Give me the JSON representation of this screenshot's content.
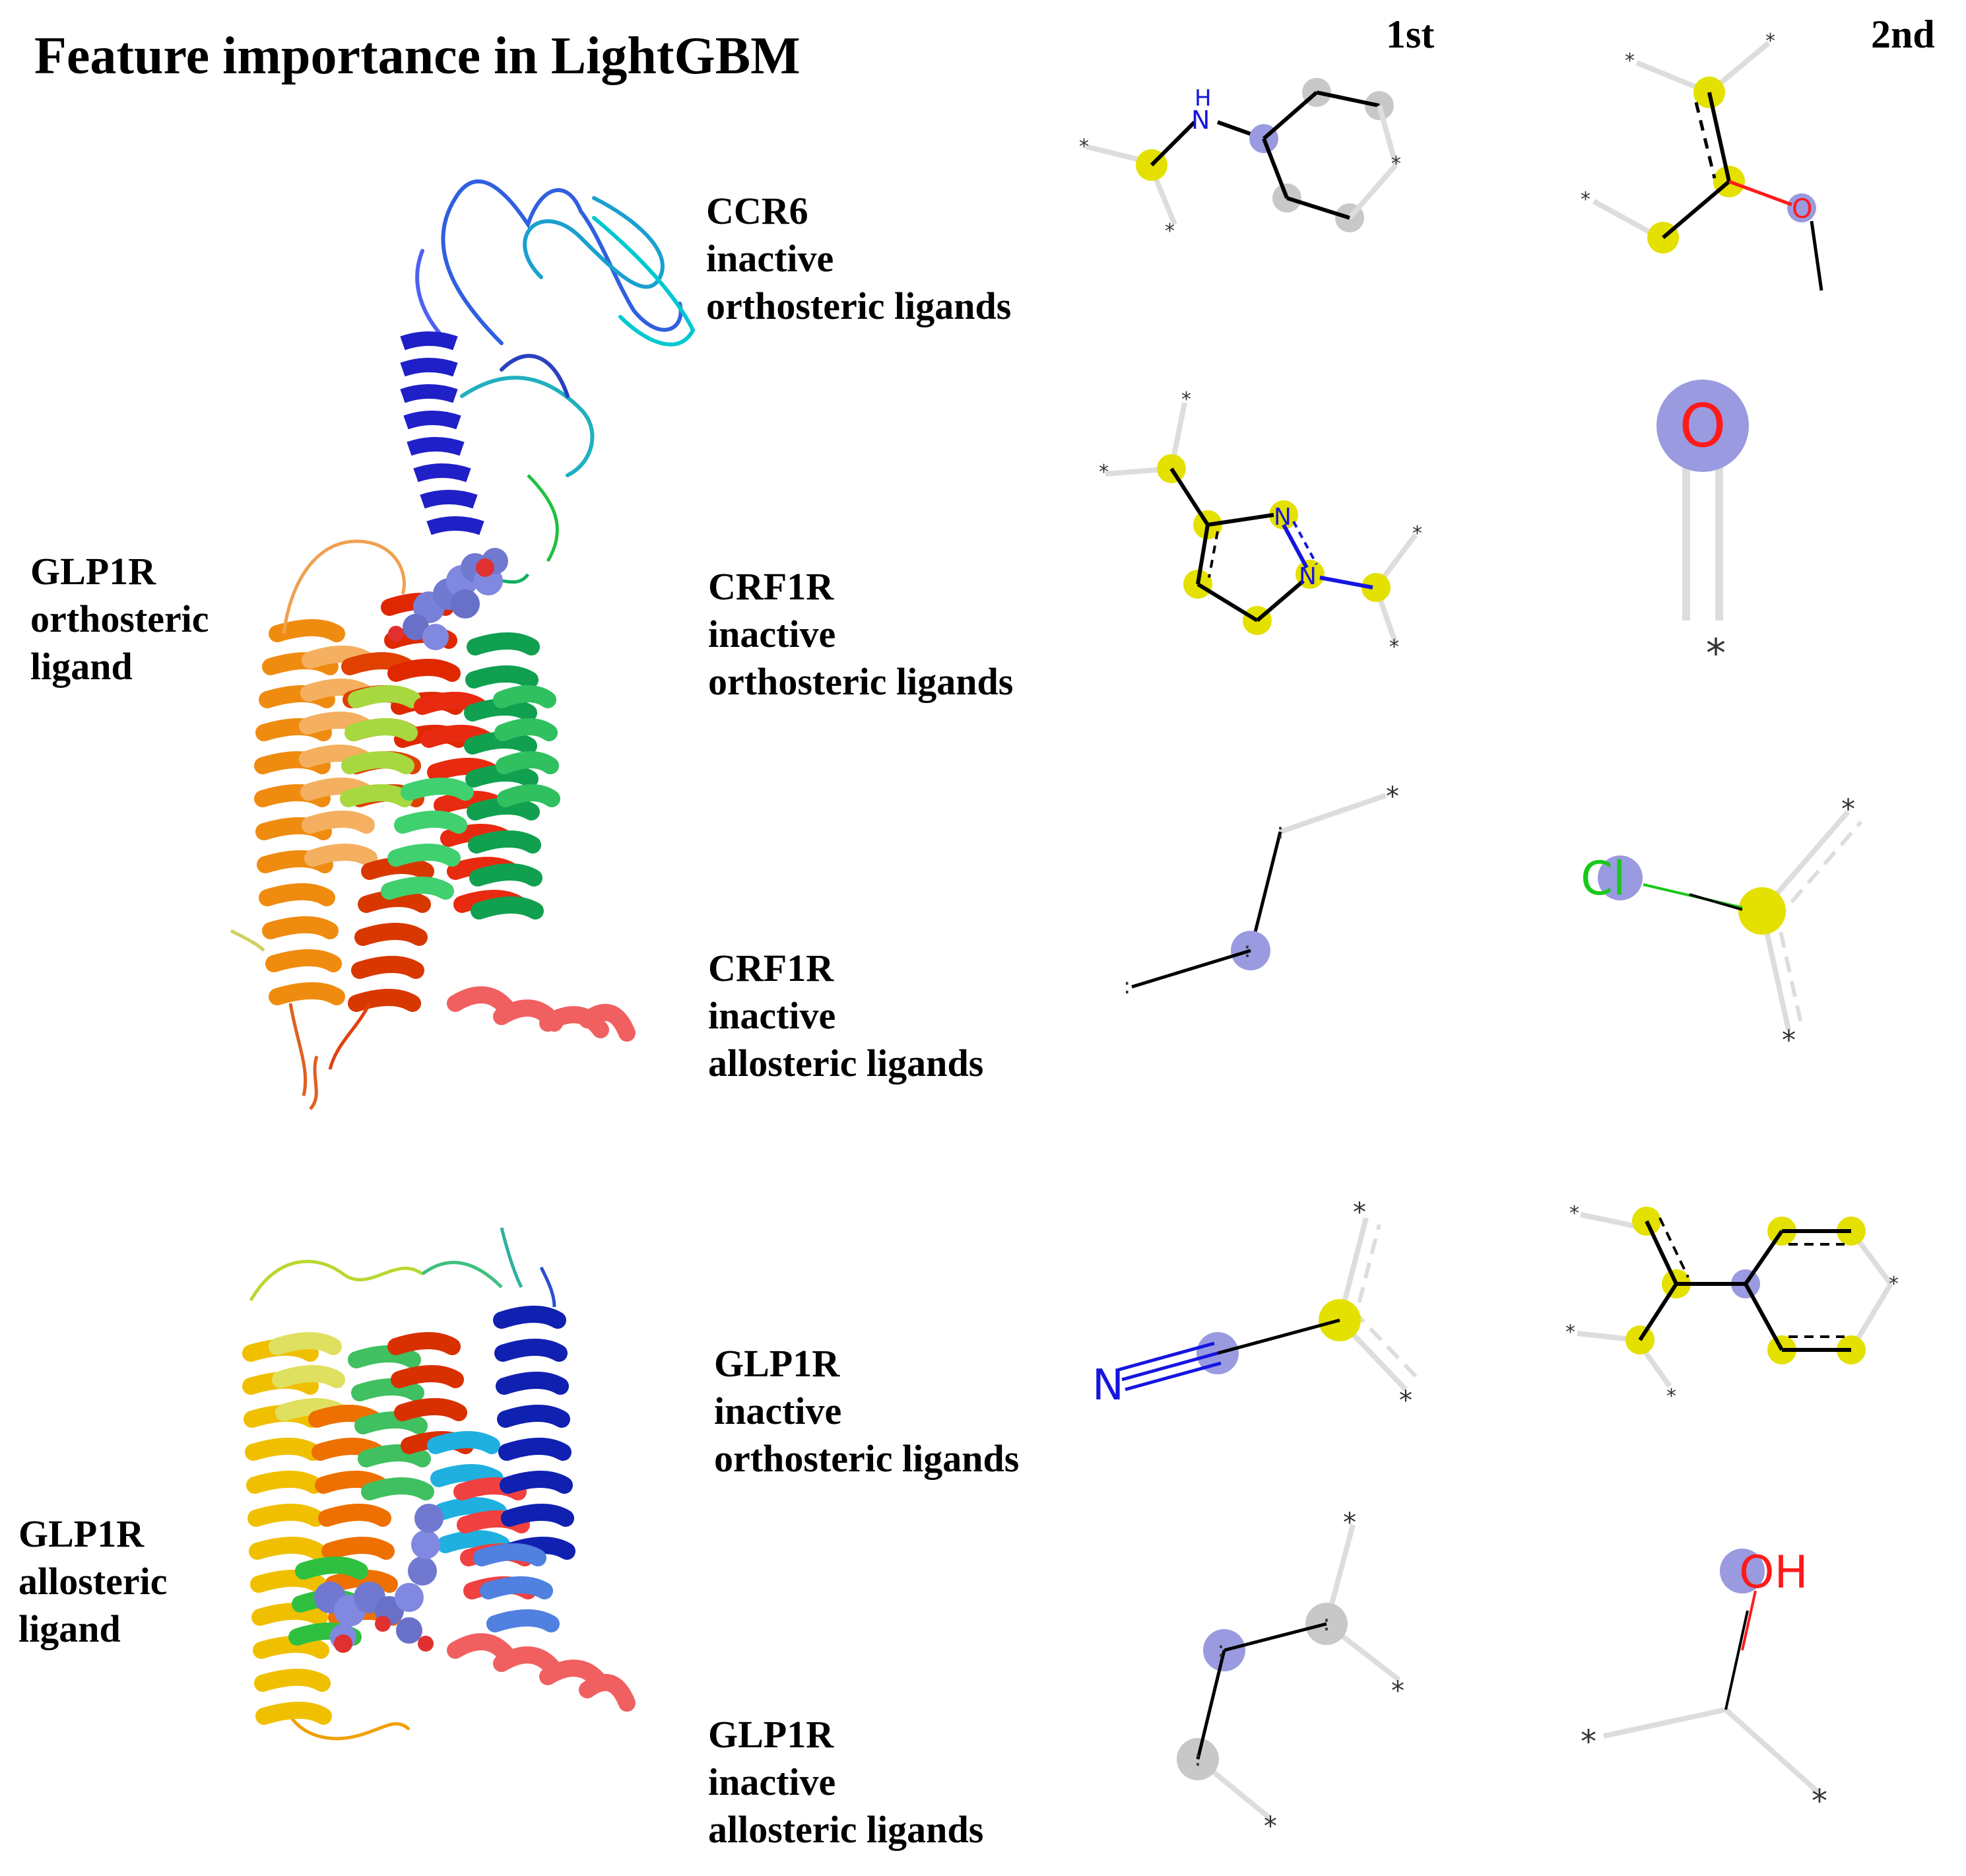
{
  "title": "Feature importance in LightGBM",
  "columns": {
    "first": "1st",
    "second": "2nd"
  },
  "structures": [
    {
      "lines": [
        "GLP1R",
        "orthosteric",
        "ligand"
      ]
    },
    {
      "lines": [
        "GLP1R",
        "allosteric",
        "ligand"
      ]
    }
  ],
  "targets": [
    {
      "lines": [
        "CCR6",
        "inactive",
        "orthosteric ligands"
      ]
    },
    {
      "lines": [
        "CRF1R",
        "inactive",
        "orthosteric ligands"
      ]
    },
    {
      "lines": [
        "CRF1R",
        "inactive",
        "allosteric ligands"
      ]
    },
    {
      "lines": [
        "GLP1R",
        "inactive",
        "orthosteric ligands"
      ]
    },
    {
      "lines": [
        "GLP1R",
        "inactive",
        "allosteric ligands"
      ]
    }
  ],
  "atoms": {
    "nh": "H",
    "n": "N",
    "o": "O",
    "cl": "Cl",
    "oh": "OH",
    "dummy": "*"
  },
  "colors": {
    "aromatic_highlight": "#e4e000",
    "center_highlight": "#9a9ae0",
    "ring_highlight": "#c8c8c8",
    "nitrogen": "#1515e0",
    "oxygen": "#ff1a1a",
    "chlorine": "#19c819"
  }
}
